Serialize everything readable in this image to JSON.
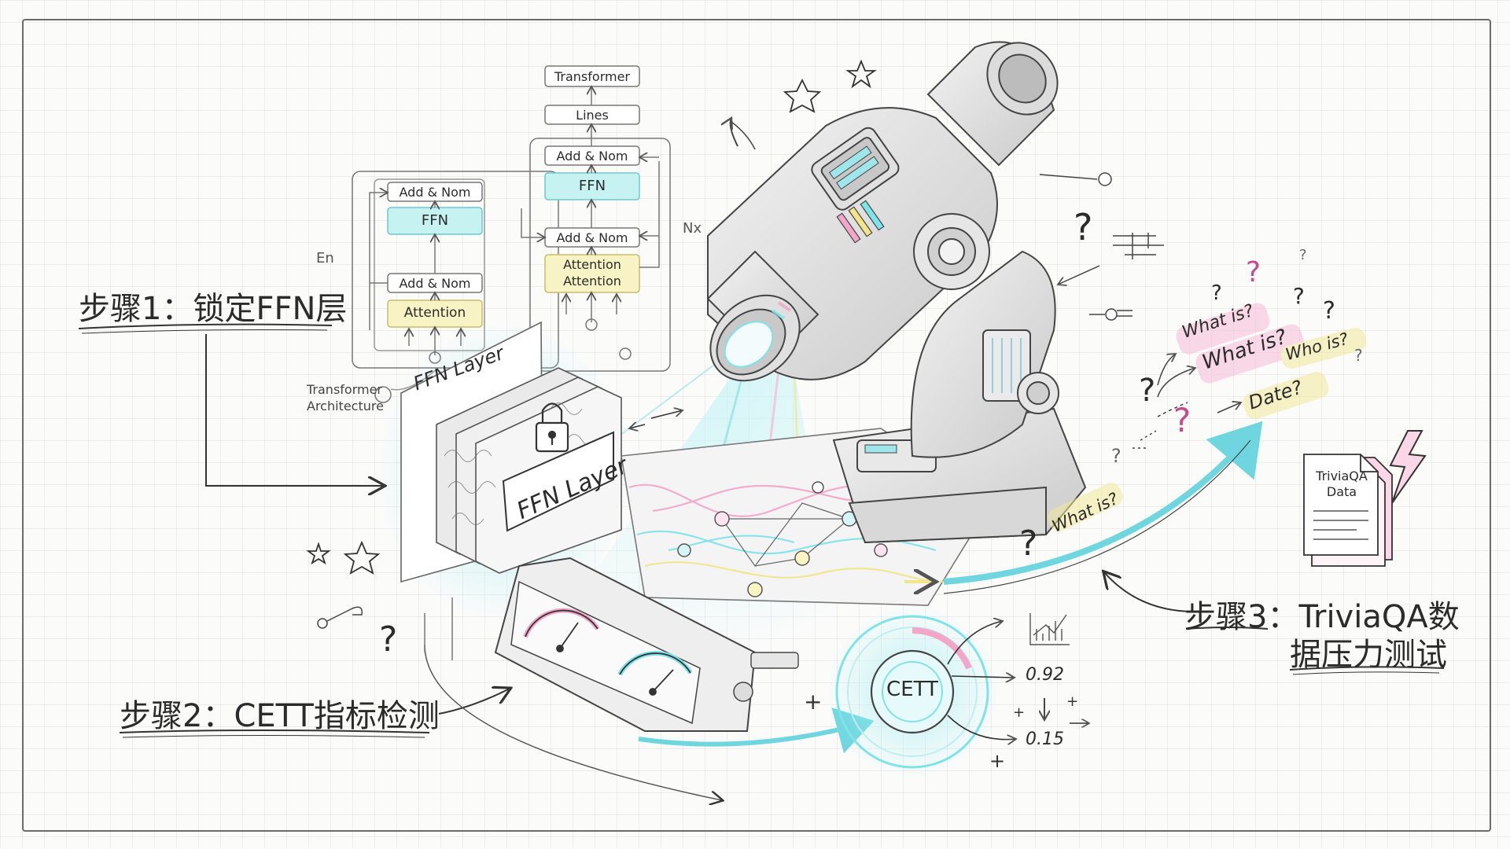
{
  "steps": {
    "step1": "步骤1：锁定FFN层",
    "step2": "步骤2：CETT指标检测",
    "step3_line1": "步骤3：TriviaQA数",
    "step3_line2": "据压力测试"
  },
  "transformer": {
    "caption_line1": "Transformer",
    "caption_line2": "Architecture",
    "top": "Transformer",
    "lines": "Lines",
    "decoder_add_norm": "Add & Nom",
    "decoder_ffn": "FFN",
    "decoder_add_norm2": "Add & Nom",
    "decoder_attention_line1": "Attention",
    "decoder_attention_line2": "Attention",
    "encoder_add_norm": "Add & Nom",
    "encoder_ffn": "FFN",
    "encoder_add_norm2": "Add & Nom",
    "encoder_attention": "Attention",
    "en_label": "En",
    "nx_label": "Nx"
  },
  "ffn": {
    "back_label": "FFN Layer",
    "front_label": "FFN Layer"
  },
  "cett": {
    "label": "CETT",
    "value_high": "0.92",
    "value_low": "0.15"
  },
  "questions": {
    "q1": "What is?",
    "q2": "What is?",
    "q3": "Who is?",
    "q4": "Date?",
    "q5": "What is?"
  },
  "document": {
    "line1": "TriviaQA",
    "line2": "Data"
  },
  "icons": [
    "lock-icon",
    "star-icon",
    "lightning-icon",
    "question-mark-icon",
    "gauge-icon",
    "chart-icon"
  ],
  "colors": {
    "cyan": "#7fe3ea",
    "pink": "#f2a6c8",
    "yellow": "#f1e58a",
    "ink": "#3a3a3a",
    "pencil": "#8a8a8a"
  }
}
